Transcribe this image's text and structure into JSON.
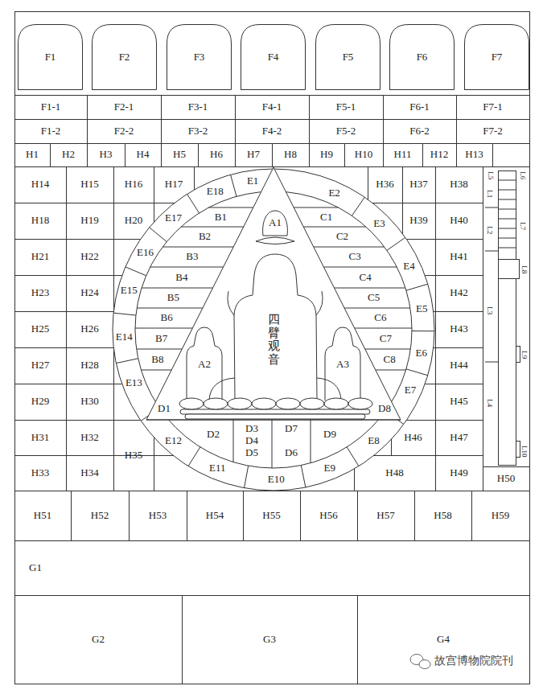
{
  "diagram": {
    "nodes": [
      {
        "text": [
          "F1"
        ]
      },
      {
        "text": [
          "F2"
        ]
      },
      {
        "text": [
          "F3"
        ]
      },
      {
        "text": [
          "F4"
        ]
      },
      {
        "text": [
          "F5"
        ]
      },
      {
        "text": [
          "F6"
        ]
      },
      {
        "text": [
          "F7"
        ]
      },
      {
        "text": [
          "F1-1"
        ]
      },
      {
        "text": [
          "F2-1"
        ]
      },
      {
        "text": [
          "F3-1"
        ]
      },
      {
        "text": [
          "F4-1"
        ]
      },
      {
        "text": [
          "F5-1"
        ]
      },
      {
        "text": [
          "F6-1"
        ]
      },
      {
        "text": [
          "F7-1"
        ]
      },
      {
        "text": [
          "F1-2"
        ]
      },
      {
        "text": [
          "F2-2"
        ]
      },
      {
        "text": [
          "F3-2"
        ]
      },
      {
        "text": [
          "F4-2"
        ]
      },
      {
        "text": [
          "F5-2"
        ]
      },
      {
        "text": [
          "F6-2"
        ]
      },
      {
        "text": [
          "F7-2"
        ]
      },
      {
        "text": [
          "H1"
        ]
      },
      {
        "text": [
          "H2"
        ]
      },
      {
        "text": [
          "H3"
        ]
      },
      {
        "text": [
          "H4"
        ]
      },
      {
        "text": [
          "H5"
        ]
      },
      {
        "text": [
          "H6"
        ]
      },
      {
        "text": [
          "H7"
        ]
      },
      {
        "text": [
          "H8"
        ]
      },
      {
        "text": [
          "H9"
        ]
      },
      {
        "text": [
          "H10"
        ]
      },
      {
        "text": [
          "H11"
        ]
      },
      {
        "text": [
          "H12"
        ]
      },
      {
        "text": [
          "H13"
        ]
      },
      {
        "text": [
          "H14"
        ]
      },
      {
        "text": [
          "H15"
        ]
      },
      {
        "text": [
          "H16"
        ]
      },
      {
        "text": [
          "H17"
        ]
      },
      {
        "text": [
          "H18"
        ]
      },
      {
        "text": [
          "H19"
        ]
      },
      {
        "text": [
          "H20"
        ]
      },
      {
        "text": [
          "H21"
        ]
      },
      {
        "text": [
          "H22"
        ]
      },
      {
        "text": [
          "H23"
        ]
      },
      {
        "text": [
          "H24"
        ]
      },
      {
        "text": [
          "H25"
        ]
      },
      {
        "text": [
          "H26"
        ]
      },
      {
        "text": [
          "H27"
        ]
      },
      {
        "text": [
          "H28"
        ]
      },
      {
        "text": [
          "H29"
        ]
      },
      {
        "text": [
          "H30"
        ]
      },
      {
        "text": [
          "H31"
        ]
      },
      {
        "text": [
          "H32"
        ]
      },
      {
        "text": [
          "H33"
        ]
      },
      {
        "text": [
          "H34"
        ]
      },
      {
        "text": [
          "H35"
        ]
      },
      {
        "text": [
          "H36"
        ]
      },
      {
        "text": [
          "H37"
        ]
      },
      {
        "text": [
          "H38"
        ]
      },
      {
        "text": [
          "H39"
        ]
      },
      {
        "text": [
          "H40"
        ]
      },
      {
        "text": [
          "H41"
        ]
      },
      {
        "text": [
          "H42"
        ]
      },
      {
        "text": [
          "H43"
        ]
      },
      {
        "text": [
          "H44"
        ]
      },
      {
        "text": [
          "H45"
        ]
      },
      {
        "text": [
          "H46"
        ]
      },
      {
        "text": [
          "H47"
        ]
      },
      {
        "text": [
          "H48"
        ]
      },
      {
        "text": [
          "H49"
        ]
      },
      {
        "text": [
          "H50"
        ]
      },
      {
        "text": [
          "E1"
        ]
      },
      {
        "text": [
          "E2"
        ]
      },
      {
        "text": [
          "E3"
        ]
      },
      {
        "text": [
          "E4"
        ]
      },
      {
        "text": [
          "E5"
        ]
      },
      {
        "text": [
          "E6"
        ]
      },
      {
        "text": [
          "E7"
        ]
      },
      {
        "text": [
          "E8"
        ]
      },
      {
        "text": [
          "E9"
        ]
      },
      {
        "text": [
          "E10"
        ]
      },
      {
        "text": [
          "E11"
        ]
      },
      {
        "text": [
          "E12"
        ]
      },
      {
        "text": [
          "E13"
        ]
      },
      {
        "text": [
          "E14"
        ]
      },
      {
        "text": [
          "E15"
        ]
      },
      {
        "text": [
          "E16"
        ]
      },
      {
        "text": [
          "E17"
        ]
      },
      {
        "text": [
          "E18"
        ]
      },
      {
        "text": [
          "A1"
        ]
      },
      {
        "text": [
          "B1"
        ]
      },
      {
        "text": [
          "B2"
        ]
      },
      {
        "text": [
          "B3"
        ]
      },
      {
        "text": [
          "B4"
        ]
      },
      {
        "text": [
          "B5"
        ]
      },
      {
        "text": [
          "B6"
        ]
      },
      {
        "text": [
          "B7"
        ]
      },
      {
        "text": [
          "B8"
        ]
      },
      {
        "text": [
          "C1"
        ]
      },
      {
        "text": [
          "C2"
        ]
      },
      {
        "text": [
          "C3"
        ]
      },
      {
        "text": [
          "C4"
        ]
      },
      {
        "text": [
          "C5"
        ]
      },
      {
        "text": [
          "C6"
        ]
      },
      {
        "text": [
          "C7"
        ]
      },
      {
        "text": [
          "C8"
        ]
      },
      {
        "text": [
          "A2"
        ]
      },
      {
        "text": [
          "A3"
        ]
      },
      {
        "text": [
          "D1"
        ]
      },
      {
        "text": [
          "D2"
        ]
      },
      {
        "text": [
          "D3"
        ]
      },
      {
        "text": [
          "D4"
        ]
      },
      {
        "text": [
          "D5"
        ]
      },
      {
        "text": [
          "D6"
        ]
      },
      {
        "text": [
          "D7"
        ]
      },
      {
        "text": [
          "D8"
        ]
      },
      {
        "text": [
          "D9"
        ]
      },
      {
        "text": [
          "L1"
        ]
      },
      {
        "text": [
          "L2"
        ]
      },
      {
        "text": [
          "L3"
        ]
      },
      {
        "text": [
          "L4"
        ]
      },
      {
        "text": [
          "L5"
        ]
      },
      {
        "text": [
          "L6"
        ]
      },
      {
        "text": [
          "L7"
        ]
      },
      {
        "text": [
          "L8"
        ]
      },
      {
        "text": [
          "L9"
        ]
      },
      {
        "text": [
          "L10"
        ]
      },
      {
        "text": [
          "H51"
        ]
      },
      {
        "text": [
          "H52"
        ]
      },
      {
        "text": [
          "H53"
        ]
      },
      {
        "text": [
          "H54"
        ]
      },
      {
        "text": [
          "H55"
        ]
      },
      {
        "text": [
          "H56"
        ]
      },
      {
        "text": [
          "H57"
        ]
      },
      {
        "text": [
          "H58"
        ]
      },
      {
        "text": [
          "H59"
        ]
      },
      {
        "text": [
          "G1"
        ]
      },
      {
        "text": [
          "G2"
        ]
      },
      {
        "text": [
          "G3"
        ]
      },
      {
        "text": [
          "G4"
        ]
      }
    ],
    "labels": [
      "四臂观音",
      "故宫博物院院刊"
    ]
  }
}
